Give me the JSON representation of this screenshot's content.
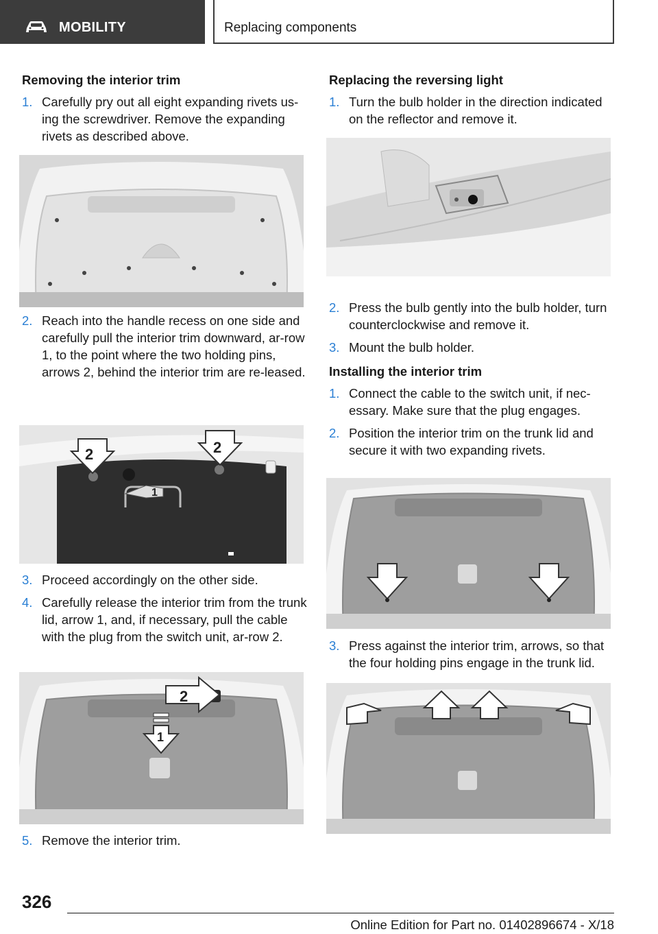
{
  "header": {
    "section_icon": "car-icon",
    "section": "MOBILITY",
    "chapter": "Replacing components"
  },
  "left": {
    "heading": "Removing the interior trim",
    "steps": [
      {
        "num": "1.",
        "text": "Carefully pry out all eight expanding rivets us-ing the screwdriver. Remove the expanding rivets as described above."
      },
      {
        "num": "2.",
        "text": "Reach into the handle recess on one side and carefully pull the interior trim downward, ar-row 1, to the point where the two holding pins, arrows 2, behind the interior trim are re-leased."
      },
      {
        "num": "3.",
        "text": "Proceed accordingly on the other side."
      },
      {
        "num": "4.",
        "text": "Carefully release the interior trim from the trunk lid, arrow 1, and, if necessary, pull the cable with the plug from the switch unit, ar-row 2."
      },
      {
        "num": "5.",
        "text": "Remove the interior trim."
      }
    ],
    "fig2_labels": [
      "2",
      "2",
      "1"
    ],
    "fig3_labels": [
      "2",
      "1"
    ]
  },
  "right": {
    "heading1": "Replacing the reversing light",
    "steps1": [
      {
        "num": "1.",
        "text": "Turn the bulb holder in the direction indicated on the reflector and remove it."
      },
      {
        "num": "2.",
        "text": "Press the bulb gently into the bulb holder, turn counterclockwise and remove it."
      },
      {
        "num": "3.",
        "text": "Mount the bulb holder."
      }
    ],
    "heading2": "Installing the interior trim",
    "steps2": [
      {
        "num": "1.",
        "text": "Connect the cable to the switch unit, if nec-essary. Make sure that the plug engages."
      },
      {
        "num": "2.",
        "text": "Position the interior trim on the trunk lid and secure it with two expanding rivets."
      },
      {
        "num": "3.",
        "text": "Press against the interior trim, arrows, so that the four holding pins engage in the trunk lid."
      }
    ]
  },
  "footer": {
    "page": "326",
    "edition": "Online Edition for Part no. 01402896674 - X/18"
  }
}
